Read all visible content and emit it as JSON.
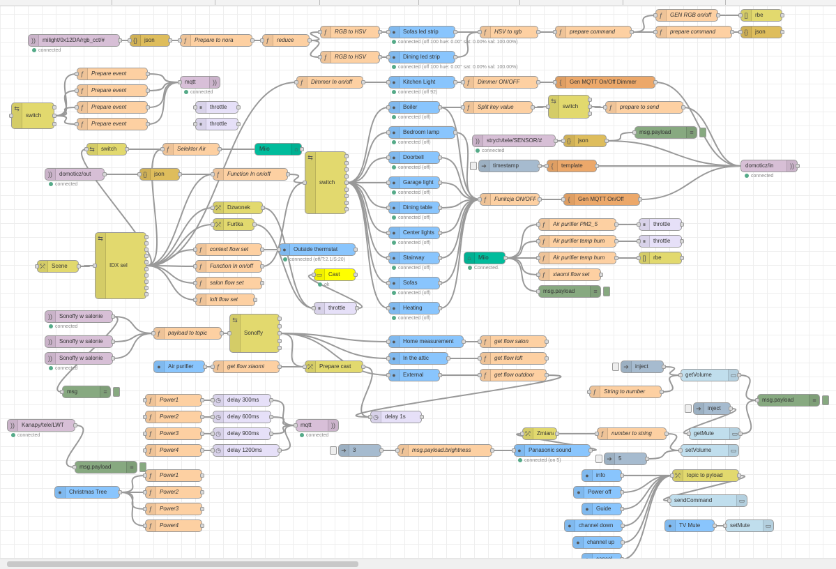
{
  "colors": {
    "function": "#fdd0a2",
    "switch": "#e2d96e",
    "json": "#debd5c",
    "mqtt": "#d8bfd8",
    "mqtt_in": "#d7bfd6",
    "google": "#89c5fd",
    "miio": "#00bc9c",
    "throttle": "#e6e0f8",
    "inject": "#a6bbcf",
    "debug": "#87a980",
    "template": "#eca86a",
    "cast": "#ffff00",
    "change": "#e2d96e",
    "rbe": "#e2d96e",
    "delay": "#e6e0f8",
    "tv": "#c0deed",
    "wire": "#999999"
  },
  "status": {
    "connected": "connected",
    "off_hue": "connected (off 100 hue: 0.00° sat: 0.00% val: 100.00%)",
    "off92": "connected (off 92)",
    "off": "connected (off)",
    "off_thermostat": "connected (off/T:2.1/S:20)",
    "ok": "ok",
    "connected_dot": "Connected.",
    "on5": "connected (on 5)"
  },
  "nodes": {
    "n1": "milight/0x12DA/rgb_cct/#",
    "n2": "json",
    "n3": "Prepare to nora",
    "n4": "reduce",
    "n5": "RGB to HSV",
    "n6": "RGB to HSV",
    "n7": "Sofas led strip",
    "n8": "Dining led strip",
    "n9": "HSV to rgb",
    "n10": "prepare command",
    "n11": "GEN RGB on/off",
    "n12": "prepare command",
    "n13": "rbe",
    "n14": "json",
    "n15": "Prepare event",
    "n16": "Prepare event",
    "n17": "Prepare event",
    "n18": "Prepare event",
    "n19": "mqtt",
    "n20": "switch",
    "n21": "throttle",
    "n22": "throttle",
    "n23": "Dimmer In on/off",
    "n24": "Kitchen Light",
    "n25": "Dimmer ON/OFF",
    "n26": "Gen MQTT On/Off Dimmer",
    "n27": "Boiler",
    "n28": "Split key value",
    "n29": "switch",
    "n30": "prepare to send",
    "n31": "Bedroom lamp",
    "n32": "strych/tele/SENSOR/#",
    "n33": "json",
    "n34": "msg.payload",
    "n35": "switch",
    "n36": "Selektor Air",
    "n37": "Miio",
    "n38": "Doorbell",
    "n39": "timestamp",
    "n40": "template",
    "n41": "domoticz/in",
    "n42": "domoticz/out",
    "n43": "json",
    "n44": "Function In on/off",
    "n45": "switch",
    "n46": "Garage light",
    "n47": "Dzwonek",
    "n48": "Dining table",
    "n49": "Funkcja ON/OFF",
    "n50": "Gen MQTT On/Off",
    "n51": "Furtka",
    "n52": "Center lights",
    "n53": "Air purifier PM2_5",
    "n54": "throttle",
    "n55": "Air purifier temp hum",
    "n56": "throttle",
    "n57": "IDX sel",
    "n58": "context flow set",
    "n59": "Outside thermstat",
    "n60": "Scene",
    "n61": "Function In on/off",
    "n62": "Stairway",
    "n63": "Miio",
    "n64": "Air purifier temp hum",
    "n65": "rbe",
    "n66": "Cast",
    "n67": "xiaomi flow set",
    "n68": "salon flow set",
    "n69": "Sofas",
    "n70": "msg.payload",
    "n71": "loft flow set",
    "n72": "throttle",
    "n73": "Heating",
    "n74": "Sonoffy w salonie",
    "n75": "Sonoffy w salonie",
    "n76": "Sonoffy w salonie",
    "n77": "payload to topic",
    "n78": "Sonoffy",
    "n79": "Home measurement",
    "n80": "get flow salon",
    "n81": "In the attic",
    "n82": "get flow loft",
    "n83": "Air purifier",
    "n84": "get flow xiaomi",
    "n85": "Prepare cast",
    "n86": "External",
    "n87": "get flow outdoor",
    "n88": "inject",
    "n89": "getVolume",
    "n90": "msg",
    "n91": "String to number",
    "n92": "msg.payload",
    "n93": "Power1",
    "n94": "delay 300ms",
    "n95": "Power2",
    "n96": "delay 600ms",
    "n97": "inject",
    "n98": "delay 1s",
    "n99": "Power3",
    "n100": "delay 900ms",
    "n101": "mqtt",
    "n102": "getMute",
    "n103": "Kanapy/tele/LWT",
    "n104": "Zmiana",
    "n105": "number to string",
    "n106": "3",
    "n107": "msg.payload.brightness",
    "n108": "Panasonic sound",
    "n109": "setVolume",
    "n110": "Power4",
    "n111": "delay 1200ms",
    "n112": "5",
    "n113": "msg.payload",
    "n114": "Power1",
    "n115": "info",
    "n116": "topic to pyload",
    "n117": "Christmas Tree",
    "n118": "Power2",
    "n119": "Power off",
    "n120": "sendCommand",
    "n121": "Power3",
    "n122": "Guide",
    "n123": "Power4",
    "n124": "channel down",
    "n125": "TV Mute",
    "n126": "setMute",
    "n127": "channel up",
    "n128": "cancel"
  }
}
